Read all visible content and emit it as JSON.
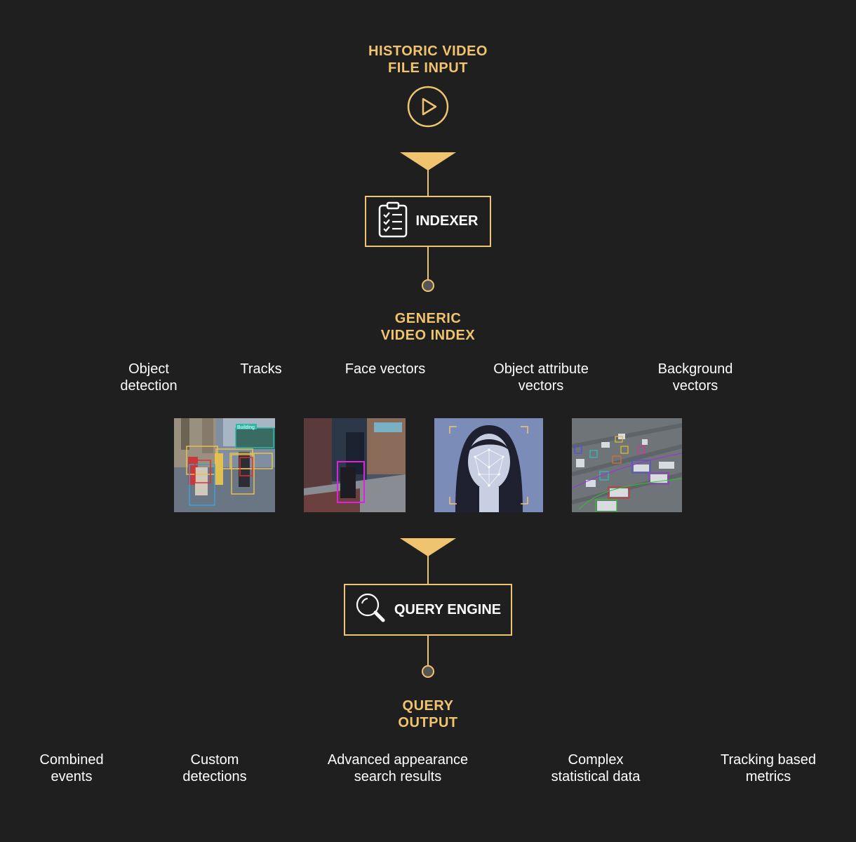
{
  "input": {
    "title_line1": "HISTORIC VIDEO",
    "title_line2": "FILE INPUT",
    "icon": "play-circle-icon"
  },
  "indexer": {
    "label": "INDEXER",
    "icon": "clipboard-checklist-icon"
  },
  "index": {
    "title_line1": "GENERIC",
    "title_line2": "VIDEO INDEX",
    "items": [
      "Object\ndetection",
      "Tracks",
      "Face vectors",
      "Object attribute\nvectors",
      "Background\nvectors"
    ]
  },
  "images": [
    {
      "name": "object-detection-image",
      "tag": "Building"
    },
    {
      "name": "tracks-image"
    },
    {
      "name": "face-vectors-image"
    },
    {
      "name": "background-vectors-image"
    }
  ],
  "query_engine": {
    "label": "QUERY ENGINE",
    "icon": "search-icon"
  },
  "output": {
    "title_line1": "QUERY",
    "title_line2": "OUTPUT",
    "items": [
      "Combined\nevents",
      "Custom\ndetections",
      "Advanced appearance\nsearch results",
      "Complex\nstatistical data",
      "Tracking based\nmetrics"
    ]
  },
  "colors": {
    "accent": "#f0c46e",
    "background": "#1f1f1f",
    "text": "#ffffff"
  }
}
